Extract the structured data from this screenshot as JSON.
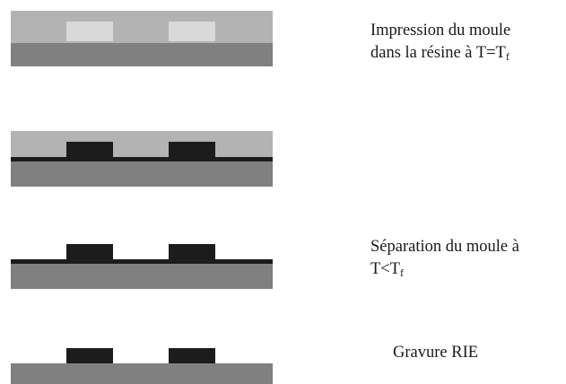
{
  "captions": {
    "step1": {
      "line1": "Impression du moule",
      "line2_pre": "dans la résine à T=T",
      "line2_sub": "f"
    },
    "step3": {
      "line1": "Séparation du moule à",
      "line2_pre": "T<T",
      "line2_sub": "f"
    },
    "step4": {
      "line1": "Gravure RIE"
    }
  },
  "colors": {
    "substrate": "#808080",
    "resin": "#b3b3b3",
    "mold_light": "#d9d9d9",
    "mold_dark": "#1c1c1c"
  }
}
